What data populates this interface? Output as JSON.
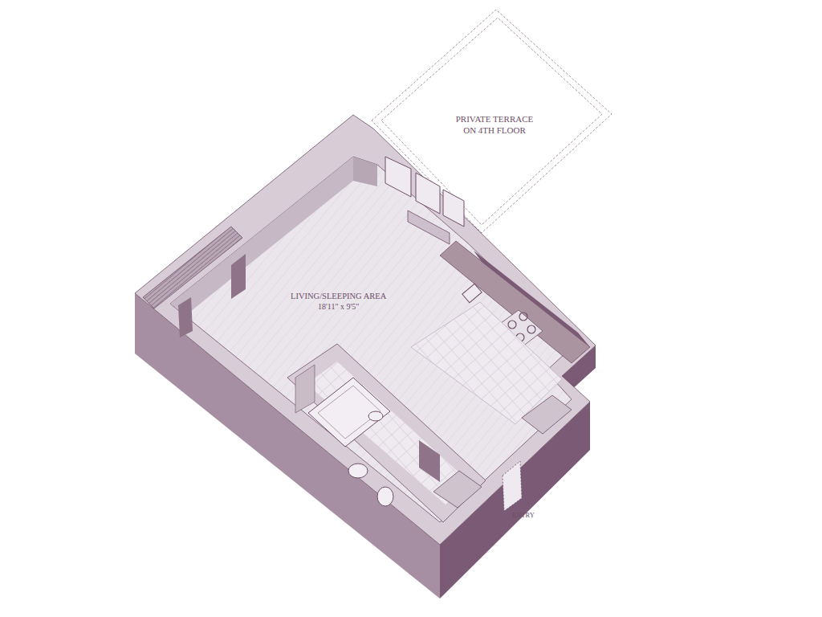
{
  "diagram": {
    "nodes": [
      {
        "text": [
          "PRIVATE TERRACE ON 4TH FLOOR"
        ]
      }
    ],
    "labels": [
      "LIVING/SLEEPING AREA",
      "18'11\" x 9'5\"",
      "ENTRY"
    ]
  }
}
